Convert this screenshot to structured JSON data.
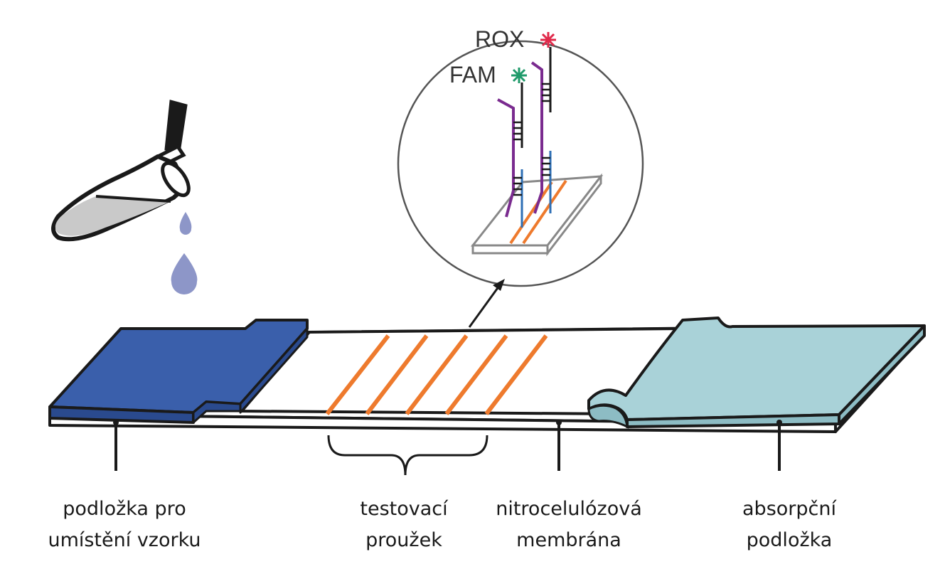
{
  "colors": {
    "sample_pad": "#3a5fab",
    "absorbent_pad": "#a9d2d8",
    "test_line": "#ee7a2d",
    "rox_star": "#e0294a",
    "fam_star": "#1f9a6a",
    "probe_purple": "#7a2b8f",
    "probe_blue": "#2e6fb5",
    "droplet": "#8d96c8"
  },
  "icons": {
    "tube": "pipette-tube-icon",
    "droplet": "droplet-icon",
    "star": "fluorophore-star-icon"
  },
  "zoom": {
    "rox_label": "ROX",
    "fam_label": "FAM"
  },
  "labels": {
    "sample_pad": {
      "line1": "podložka pro",
      "line2": "umístění vzorku"
    },
    "test_strip": {
      "line1": "testovací",
      "line2": "proužek"
    },
    "membrane": {
      "line1": "nitrocelulózová",
      "line2": "membrána"
    },
    "absorbent": {
      "line1": "absorpční",
      "line2": "podložka"
    }
  }
}
